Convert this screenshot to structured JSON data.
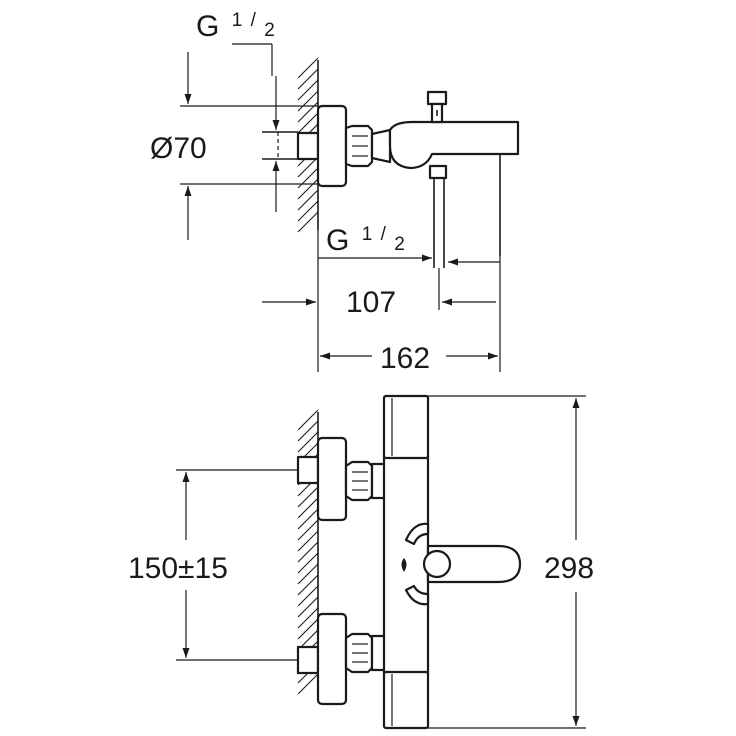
{
  "labels": {
    "thread_top": "G",
    "thread_top_num": "1",
    "thread_top_den": "2",
    "thread_mid": "G",
    "thread_mid_num": "1",
    "thread_mid_den": "2",
    "diameter": "Ø70",
    "dim_107": "107",
    "dim_162": "162",
    "dim_150": "150±15",
    "dim_298": "298"
  },
  "colors": {
    "line": "#1a1a1a",
    "background": "#ffffff"
  }
}
